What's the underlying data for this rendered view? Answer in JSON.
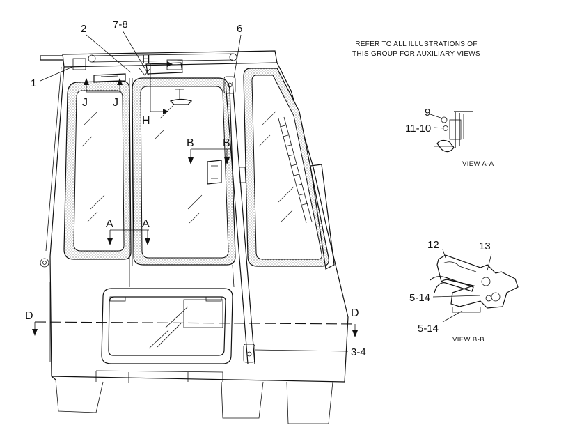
{
  "note": {
    "line1": "REFER TO ALL ILLUSTRATIONS OF",
    "line2": "THIS GROUP FOR AUXILIARY VIEWS"
  },
  "callouts": {
    "c1": "1",
    "c2": "2",
    "c78": "7-8",
    "c6": "6",
    "c9": "9",
    "c1110": "11-10",
    "c12": "12",
    "c13": "13",
    "c514a": "5-14",
    "c514b": "5-14",
    "c34": "3-4"
  },
  "sections": {
    "h_top": "H",
    "h_bottom": "H",
    "j_left": "J",
    "j_right": "J",
    "b_left": "B",
    "b_right": "B",
    "a_left": "A",
    "a_right": "A",
    "d_left": "D",
    "d_right": "D"
  },
  "views": {
    "view_aa": "VIEW A-A",
    "view_bb": "VIEW B-B"
  }
}
